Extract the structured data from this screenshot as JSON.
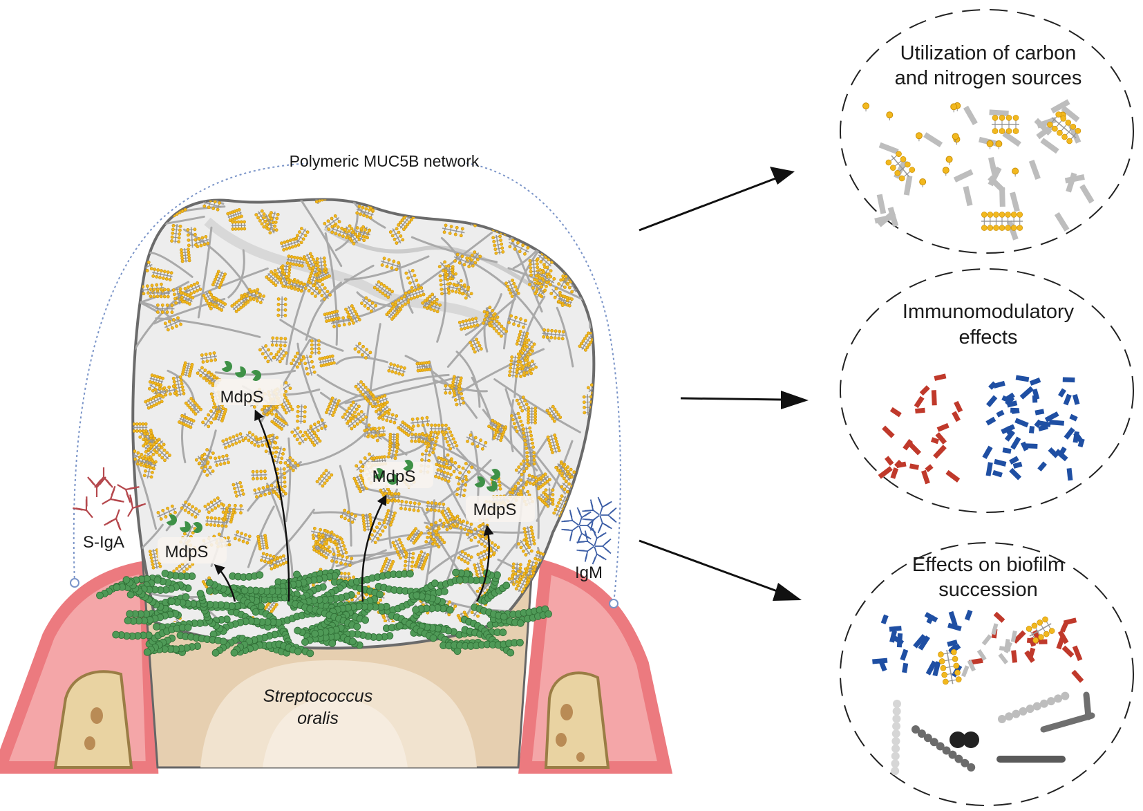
{
  "network_label": "Polymeric MUC5B network",
  "enzyme_labels": [
    "MdpS",
    "MdpS",
    "MdpS",
    "MdpS"
  ],
  "antibody_labels": {
    "siga": "S-IgA",
    "igm": "IgM"
  },
  "bacterium_label": {
    "line1": "Streptococcus",
    "line2": "oralis"
  },
  "effects": [
    {
      "line1": "Utilization of carbon",
      "line2": "and nitrogen sources"
    },
    {
      "line1": "Immunomodulatory",
      "line2": "effects"
    },
    {
      "line1": "Effects on biofilm",
      "line2": "succession"
    }
  ],
  "colors": {
    "gum": "#f4a6a8",
    "gum_edge": "#ec7a7f",
    "bone": "#e9d3a2",
    "dentin": "#e6cfb0",
    "pulp": "#f1e3cf",
    "mucin_fiber": "#a9a9a9",
    "glycan": "#f2b81e",
    "streptococcus": "#4f9a57",
    "mdps": "#3e9147",
    "siga": "#b5484d",
    "igm": "#3c5ea6",
    "red_fragment": "#c0392b",
    "blue_fragment": "#1f4fa3"
  }
}
